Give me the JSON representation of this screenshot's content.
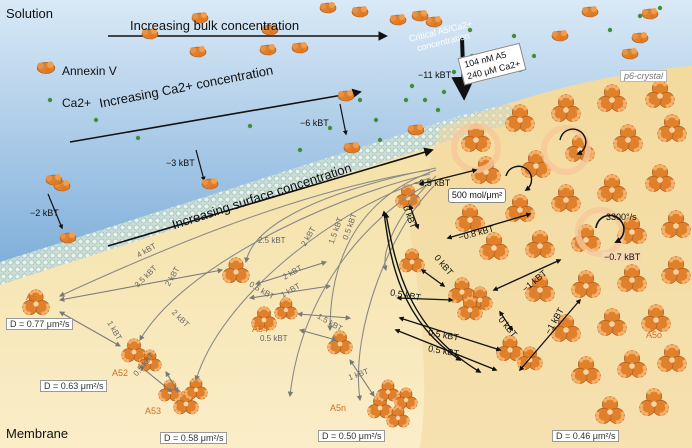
{
  "regions": {
    "solution": "Solution",
    "membrane": "Membrane"
  },
  "arrows": {
    "bulk": "Increasing bulk concentration",
    "calcium": "Increasing Ca2+ concentration",
    "surface": "Increasing surface concentration"
  },
  "legend": {
    "annexin": "Annexin V",
    "calcium": "Ca2+"
  },
  "critical": {
    "title_line1": "Critical A5/Ca2+",
    "title_line2": "concentration",
    "a5": "104 nM A5",
    "ca": "240 μM Ca2+",
    "energy": "−11 kBT"
  },
  "crystal_label": "p6-crystal",
  "binding_energies": [
    "−2 kBT",
    "−3 kBT",
    "−6 kBT"
  ],
  "density": "500 mol/μm²",
  "rotation": "3300°/s",
  "species": [
    "A5",
    "A52",
    "A53",
    "A54",
    "A5n",
    "A5o"
  ],
  "diffusion": [
    "D = 0.77 μm²/s",
    "D = 0.63 μm²/s",
    "D = 0.58 μm²/s",
    "D = 0.50 μm²/s",
    "D = 0.46 μm²/s"
  ],
  "energies": {
    "e1": "4 kBT",
    "e2": "3.5 kBT",
    "e3": "2 kBT",
    "e4": "2.5 kBT",
    "e5": "2 kBT",
    "e6": "1.5 kBT",
    "e7": "0.5 kBT",
    "e8": "2 kBT",
    "e9": "1 kBT",
    "e10": "1.5 kBT",
    "e11": "0.5 kBT",
    "e12": "0.5 kBT",
    "e13": "1 kBT",
    "e14": "0.5 kBT",
    "e15": "1 kBT",
    "e16": "2 kBT",
    "e17": "−0.5 kBT",
    "e18": "0 kBT",
    "e19": "−0.8 kBT",
    "e20": "0 kBT",
    "e21": "0.5 kBT",
    "e22": "0.5 kBT",
    "e23": "0.5 kBT",
    "e24": "0 kBT",
    "e25": "−1 kBT",
    "e26": "−1 kBT",
    "e27": "−0.7 kBT"
  },
  "colors": {
    "solution_top": "#b9d6ee",
    "solution_bottom": "#5e95cc",
    "membrane": "#f5e2a8",
    "protein": "#e0802a",
    "calcium": "#3f8f3a",
    "arrow": "#111111",
    "gray_arrow": "#8a8a8a"
  }
}
